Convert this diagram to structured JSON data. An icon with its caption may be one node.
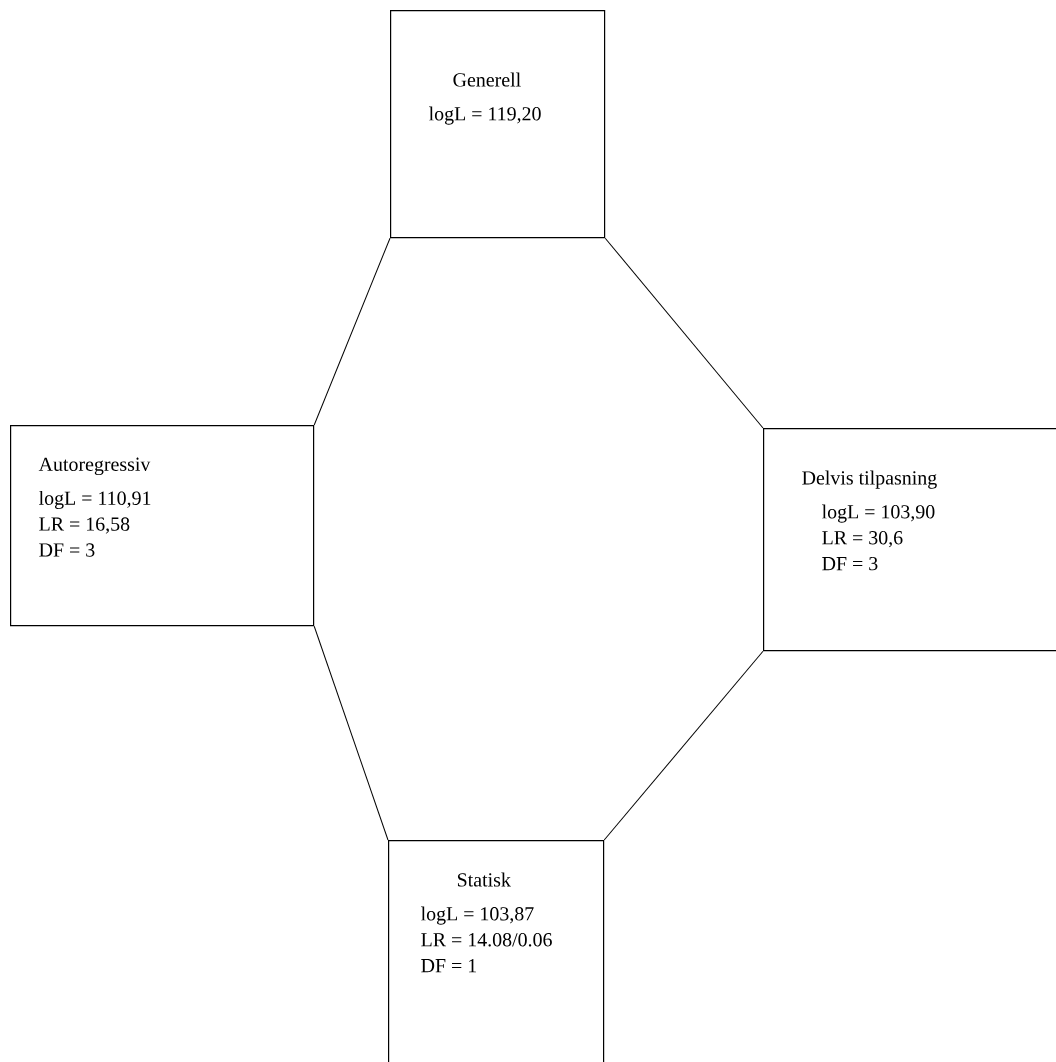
{
  "diagram": {
    "nodes": [
      {
        "text": [
          "Generell",
          "logL = 119,20"
        ]
      },
      {
        "text": [
          "Autoregressiv",
          "logL = 110,91",
          "LR = 16,58",
          "DF = 3"
        ]
      },
      {
        "text": [
          "Delvis tilpasning",
          "logL = 103,90",
          "LR = 30,6",
          "DF = 3"
        ]
      },
      {
        "text": [
          "Statisk",
          "logL = 103,87",
          "LR = 14.08/0.06",
          "DF = 1"
        ]
      }
    ],
    "edges": [
      {
        "from": 0,
        "to": 1,
        "arrow": "none"
      },
      {
        "from": 0,
        "to": 2,
        "arrow": "none"
      },
      {
        "from": 1,
        "to": 3,
        "arrow": "none"
      },
      {
        "from": 2,
        "to": 3,
        "arrow": "none"
      }
    ]
  }
}
